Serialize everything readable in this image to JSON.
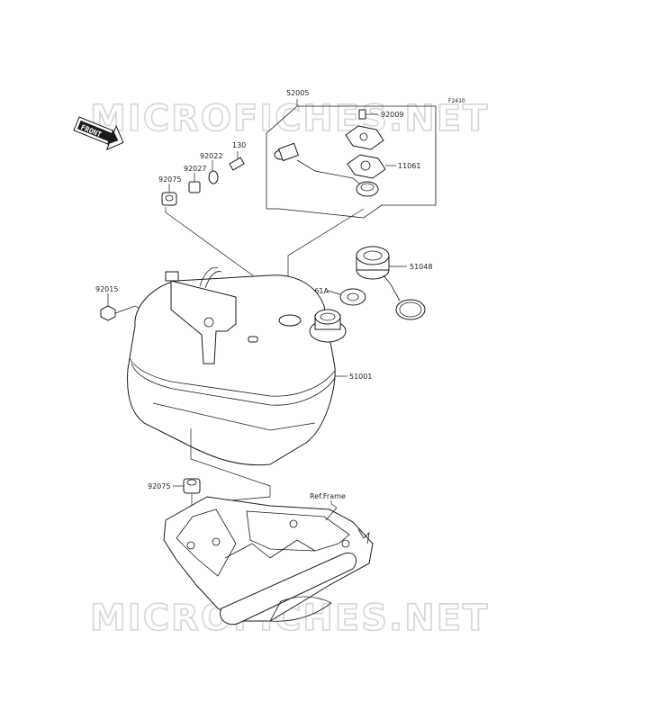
{
  "watermark": {
    "top_text": "MICROFICHES.NET",
    "bottom_text": "MICROFICHES.NET"
  },
  "front_badge": {
    "label": "FRONT"
  },
  "figure_code": "F2410",
  "part_labels": {
    "p52005": "52005",
    "p92009": "92009",
    "p11061": "11061",
    "p130": "130",
    "p92022": "92022",
    "p92027": "92027",
    "p92075_top": "92075",
    "p51048": "51048",
    "p11061a": "11061A",
    "p92015": "92015",
    "p51001": "51001",
    "p92075_bottom": "92075",
    "ref_frame": "Ref.Frame"
  },
  "colors": {
    "line": "#1a1a1a",
    "watermark": "#d6d6d6",
    "background": "#ffffff"
  }
}
